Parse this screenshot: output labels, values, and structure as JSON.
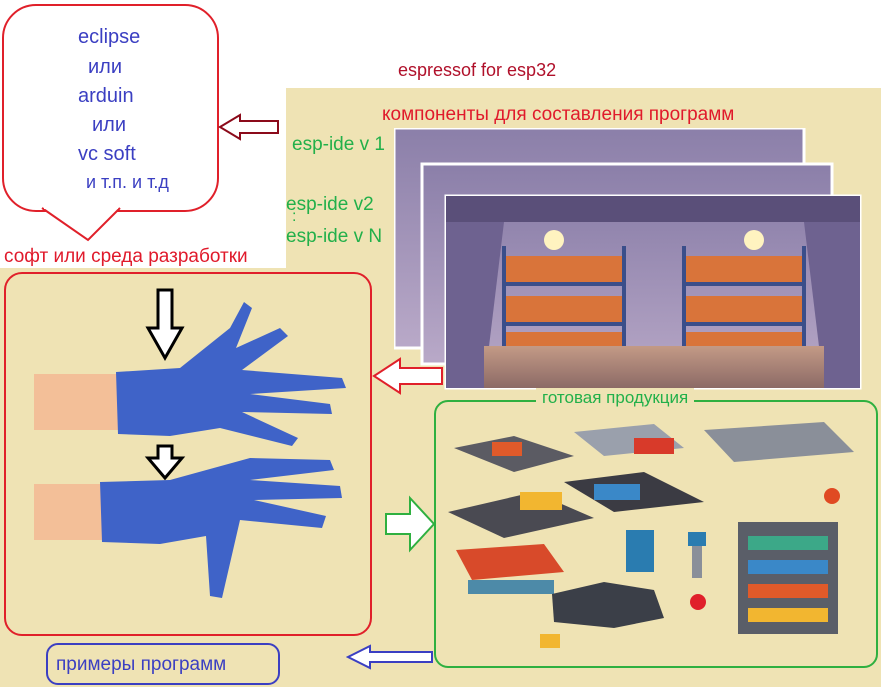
{
  "bubble": {
    "lines": [
      "eclipse",
      "или",
      "arduin",
      "или",
      "vc soft",
      "и т.п. и т.д"
    ]
  },
  "title_top": "espressof for esp32",
  "components_label": "компоненты для составления  программ",
  "versions": {
    "v1": "esp-ide v 1",
    "v2": "esp-ide v2",
    "dots": ":",
    "vn": "esp-ide v N"
  },
  "soft_label": "софт или среда разработки",
  "products_label": "готовая продукция",
  "examples_label": "примеры программ",
  "colors": {
    "red": "#e0202a",
    "green": "#2fb040",
    "blue": "#3b3fc2",
    "maroon": "#8b0a1a",
    "tan": "#efe3b4",
    "glove": "#3f63c8"
  }
}
